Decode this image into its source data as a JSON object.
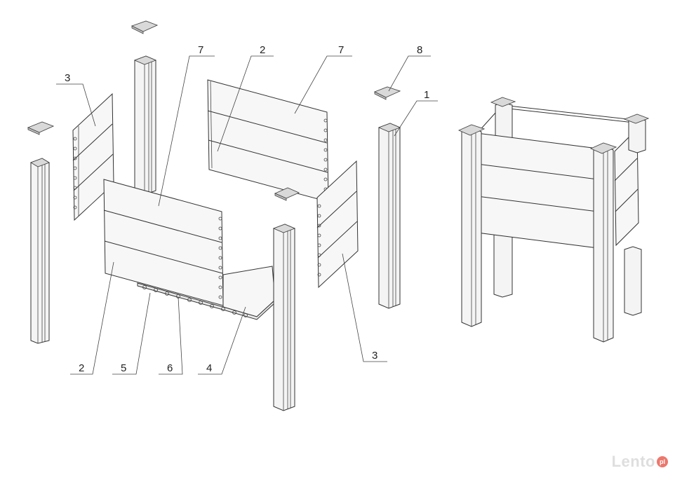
{
  "diagram": {
    "callouts": [
      {
        "id": "c3-left",
        "label": "3"
      },
      {
        "id": "c7-left",
        "label": "7"
      },
      {
        "id": "c2-top",
        "label": "2"
      },
      {
        "id": "c7-right",
        "label": "7"
      },
      {
        "id": "c8",
        "label": "8"
      },
      {
        "id": "c1",
        "label": "1"
      },
      {
        "id": "c2-bottom",
        "label": "2"
      },
      {
        "id": "c5",
        "label": "5"
      },
      {
        "id": "c6",
        "label": "6"
      },
      {
        "id": "c4",
        "label": "4"
      },
      {
        "id": "c3-right",
        "label": "3"
      }
    ]
  },
  "watermark": {
    "brand": "Lento",
    "badge": "pl"
  }
}
